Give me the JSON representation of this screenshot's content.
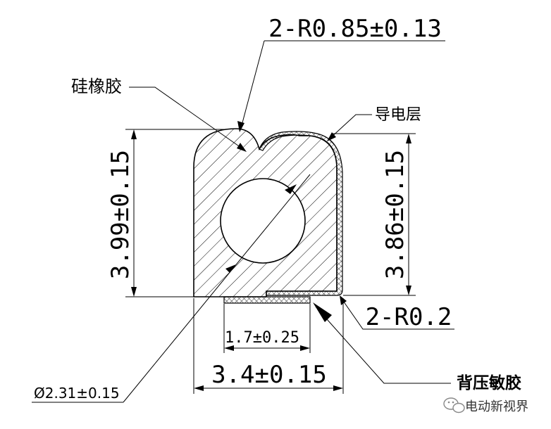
{
  "dimensions": {
    "corner_radius_top": "2-R0.85±0.13",
    "total_height": "3.99±0.15",
    "height_right": "3.86±0.15",
    "corner_radius_bottom": "2-R0.2",
    "adhesive_width": "1.7±0.25",
    "total_width": "3.4±0.15",
    "hole_diameter": "Ø2.31±0.15"
  },
  "labels": {
    "silicone_rubber": "硅橡胶",
    "conductive_layer": "导电层",
    "pressure_adhesive": "背压敏胶"
  },
  "watermark": {
    "icon": "wechat-icon",
    "text": "电动新视界"
  }
}
